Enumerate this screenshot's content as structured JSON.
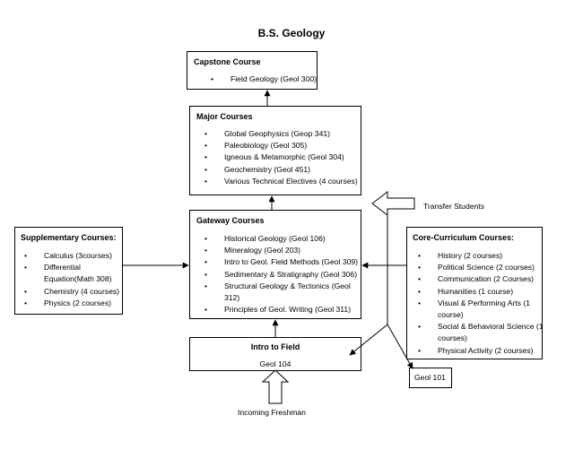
{
  "title": "B.S. Geology",
  "capstone": {
    "heading": "Capstone Course",
    "items": [
      "Field Geology (Geol 300)"
    ]
  },
  "major": {
    "heading": "Major Courses",
    "items": [
      "Global Geophysics (Geop 341)",
      "Paleobiology (Geol 305)",
      "Igneous & Metamorphic (Geol 304)",
      "Geochemistry (Geol 451)",
      "Various Technical Electives (4 courses)"
    ]
  },
  "gateway": {
    "heading": "Gateway Courses",
    "items": [
      "Historical Geology (Geol 106)",
      "Mineralogy (Geol  203)",
      "Intro to Geol. Field Methods (Geol 309)",
      "Sedimentary & Stratigraphy (Geol 306)",
      "Structural Geology & Tectonics (Geol 312)",
      "Principles of Geol. Writing (Geol 311)"
    ]
  },
  "supplementary": {
    "heading": "Supplementary Courses:",
    "items": [
      "Calculus (3courses)",
      "Differential Equation(Math 308)",
      "Chemistry (4 courses)",
      "Physics (2 courses)"
    ]
  },
  "core": {
    "heading": "Core-Curriculum Courses:",
    "items": [
      "History (2 courses)",
      "Political Science (2 courses)",
      "Communication (2 Courses)",
      "Humanities (1 course)",
      "Visual & Performing  Arts (1 course)",
      "Social & Behavioral Science (1 courses)",
      "Physical Activity (2 courses)"
    ]
  },
  "intro": {
    "heading": "Intro to Field",
    "course": "Geol 104"
  },
  "geol101": "Geol 101",
  "transfer_label": "Transfer Students",
  "freshman_label": "Incoming Freshman"
}
